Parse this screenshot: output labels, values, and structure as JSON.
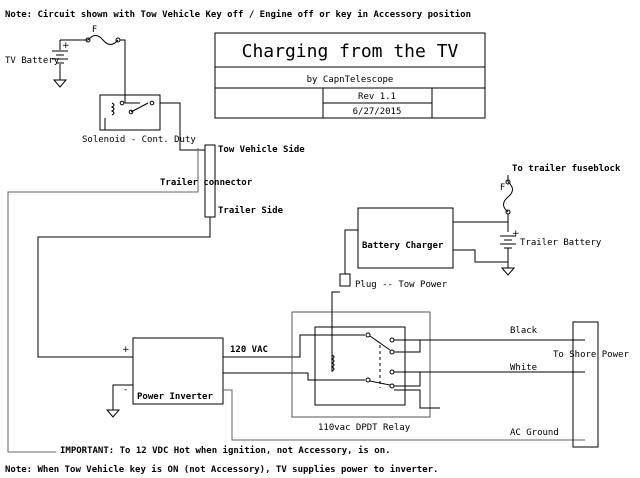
{
  "notes": {
    "top": "Note: Circuit shown with Tow Vehicle Key off / Engine off or key in Accessory position",
    "bottom": "Note: When Tow Vehicle key is ON (not Accessory), TV supplies power to inverter.",
    "important": "IMPORTANT: To 12 VDC Hot when ignition, not Accessory, is on."
  },
  "title_block": {
    "title": "Charging from the TV",
    "author": "by CapnTelescope",
    "revision": "Rev 1.1",
    "date": "6/27/2015"
  },
  "labels": {
    "tv_battery": "TV Battery",
    "fuse_left": "F",
    "fuse_right": "F",
    "solenoid": "Solenoid - Cont. Duty",
    "tow_vehicle_side": "Tow Vehicle Side",
    "trailer_connector": "Trailer connector",
    "trailer_side": "Trailer Side",
    "to_trailer_fuseblock": "To trailer fuseblock",
    "battery_charger": "Battery Charger",
    "trailer_battery": "Trailer Battery",
    "plug": "Plug -- Tow Power",
    "vac_120": "120 VAC",
    "power_inverter": "Power Inverter",
    "relay": "110vac DPDT Relay",
    "black": "Black",
    "white": "White",
    "ac_ground": "AC Ground",
    "shore_power": "To Shore Power",
    "plus_inverter": "+",
    "minus_inverter": "-",
    "plus_tv_batt": "+",
    "plus_trailer_batt": "+"
  }
}
